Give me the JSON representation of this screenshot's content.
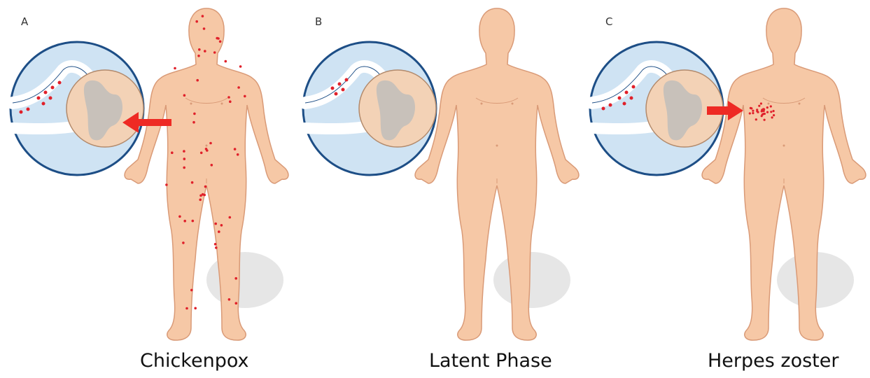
{
  "panels": [
    {
      "letter": "A",
      "caption": "Chickenpox"
    },
    {
      "letter": "B",
      "caption": "Latent Phase"
    },
    {
      "letter": "C",
      "caption": "Herpes zoster"
    }
  ],
  "colors": {
    "skin": "#f6c8a6",
    "skin_outline": "#d99a77",
    "rash": "#e0202a",
    "arrow": "#ee2a24",
    "inset_fill": "#cfe3f3",
    "inset_ring": "#1d4e86",
    "cord": "#f3d2b6",
    "grey_matter": "#c8c1ba",
    "shadow": "#e6e6e6"
  }
}
